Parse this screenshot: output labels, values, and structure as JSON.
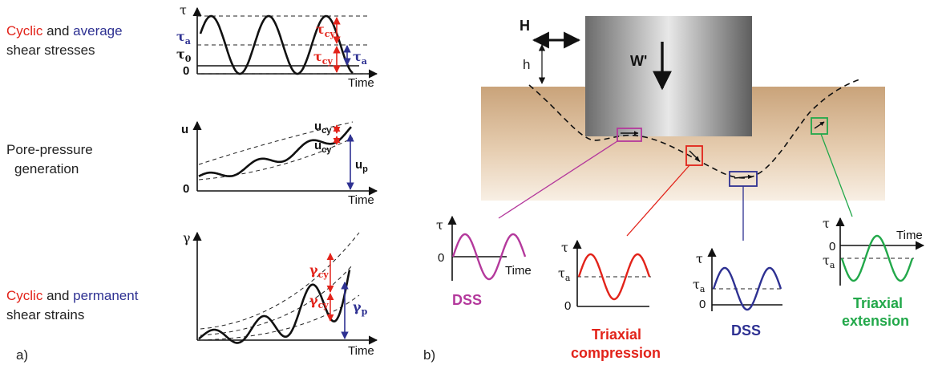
{
  "panel_a": {
    "label": "a)",
    "row1": {
      "label_cyclic": "Cyclic",
      "label_and": " and ",
      "label_average": "average",
      "label_line2": "shear stresses",
      "y_symbol": "τ",
      "tau_a": "τ",
      "tau_a_sub": "a",
      "tau_0": "τ",
      "tau_0_sub": "0",
      "zero": "0",
      "x_label": "Time",
      "tau_cy_top": "τ",
      "tau_cy_top_sub": "cy",
      "tau_cy_bottom": "τ",
      "tau_cy_bottom_sub": "cy",
      "tau_a_right": "τ",
      "tau_a_right_sub": "a"
    },
    "row2": {
      "label_line1": "Pore-pressure",
      "label_line2": "generation",
      "y_symbol": "u",
      "zero": "0",
      "x_label": "Time",
      "u_cy_top": "u",
      "u_cy_top_sub": "cy",
      "u_cy_bottom": "u",
      "u_cy_bottom_sub": "cy",
      "u_p": "u",
      "u_p_sub": "p"
    },
    "row3": {
      "label_cyclic": "Cyclic",
      "label_and": " and ",
      "label_permanent": "permanent",
      "label_line2": "shear strains",
      "y_symbol": "γ",
      "x_label": "Time",
      "gamma_cy_top": "γ",
      "gamma_cy_top_sub": "cy",
      "gamma_cy_bottom": "γ",
      "gamma_cy_bottom_sub": "cy",
      "gamma_p": "γ",
      "gamma_p_sub": "p"
    }
  },
  "panel_b": {
    "label": "b)",
    "H": "H",
    "h": "h",
    "W": "W'",
    "mini_plots": [
      {
        "name": "DSS",
        "color": "#b4399c",
        "y_symbol": "τ",
        "zero": "0",
        "x_label": "Time"
      },
      {
        "name": "Triaxial compression",
        "line1": "Triaxial",
        "line2": "compression",
        "color": "#e2231a",
        "y_symbol": "τ",
        "tau_a": "τ",
        "tau_a_sub": "a",
        "zero": "0"
      },
      {
        "name": "DSS",
        "color": "#2e3192",
        "y_symbol": "τ",
        "tau_a": "τ",
        "tau_a_sub": "a",
        "zero": "0"
      },
      {
        "name": "Triaxial extension",
        "line1": "Triaxial",
        "line2": "extension",
        "color": "#22a84a",
        "y_symbol": "τ",
        "zero": "0",
        "tau_a": "τ",
        "tau_a_sub": "a",
        "x_label": "Time"
      }
    ]
  },
  "colors": {
    "cyclic_red": "#e2231a",
    "blue": "#2e3192",
    "magenta": "#b4399c",
    "green": "#22a84a",
    "soil_top": "#c9a37a",
    "soil_bottom": "#f7ece0"
  }
}
